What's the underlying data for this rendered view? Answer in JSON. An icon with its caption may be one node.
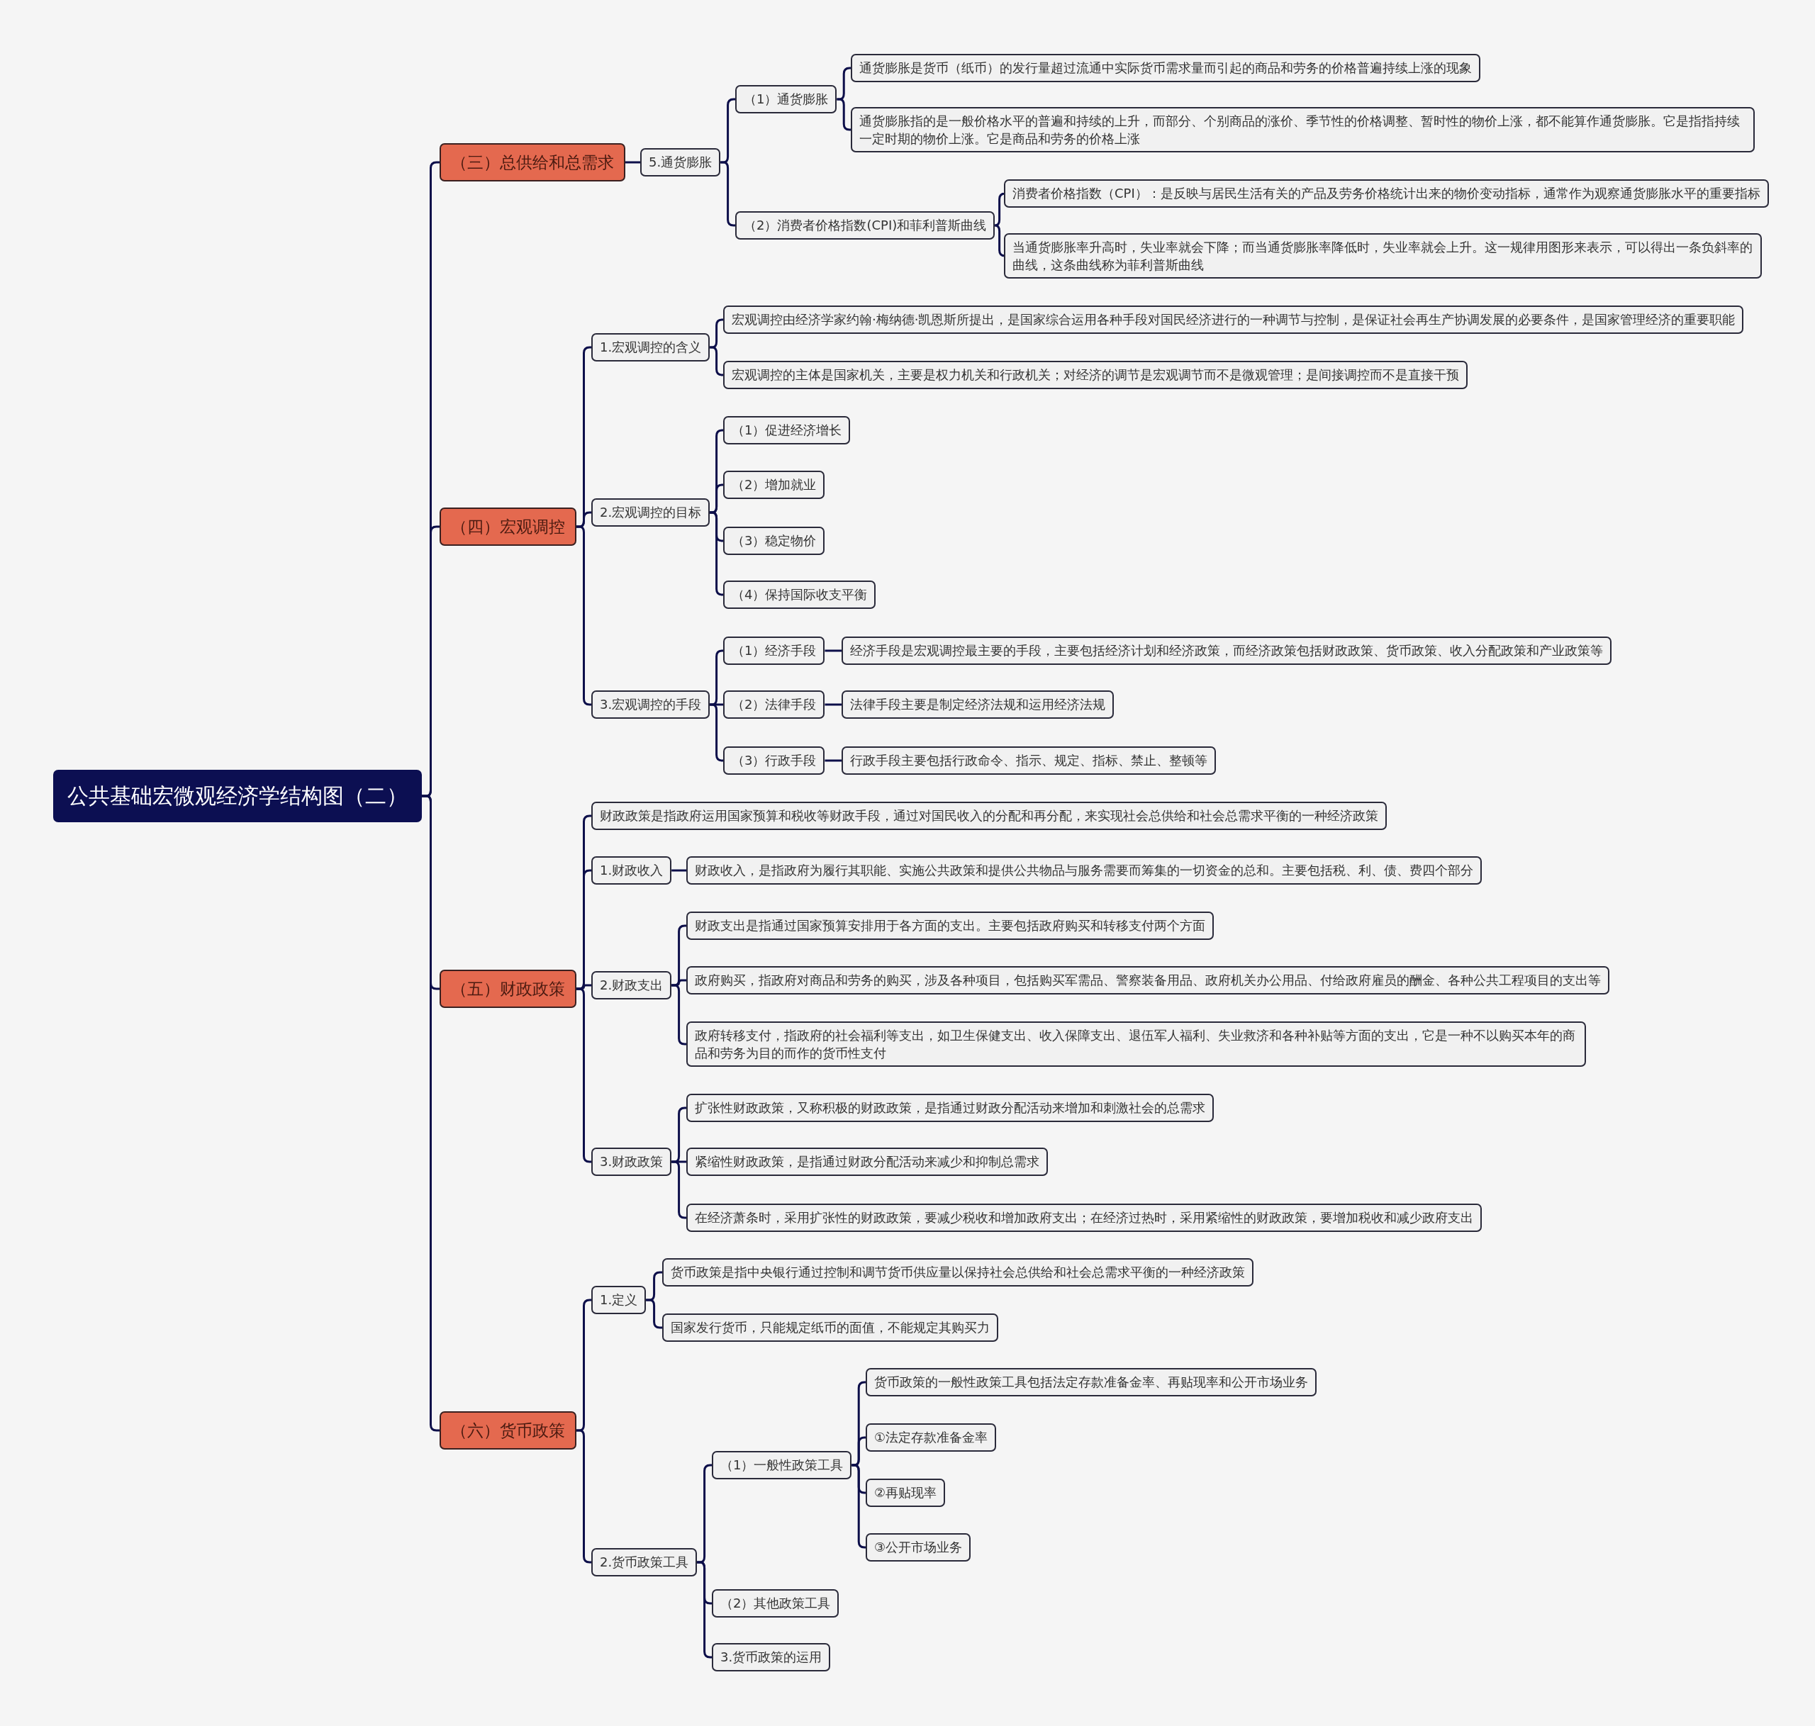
{
  "diagram": {
    "nodes": [
      {
        "text": [
          "公共基础宏微观经济学结构图（二）"
        ]
      },
      {
        "text": [
          "（三）总供给和总需求"
        ]
      },
      {
        "text": [
          "5.通货膨胀"
        ]
      },
      {
        "text": [
          "（1）通货膨胀"
        ]
      },
      {
        "text": [
          "通货膨胀是货币（纸币）的发行量超过流通中实际货币需求量而引起的商品和劳务的价格普遍持续上涨的现象"
        ]
      },
      {
        "text": [
          "通货膨胀指的是一般价格水平的普遍和持续的上升，而部分、个别商品的涨价、季节性的价格调整、暂时性的物价上涨，都不能算作通货膨胀。它是指指持续一定时期的物价上涨。它是商品和劳务的价格上涨"
        ]
      },
      {
        "text": [
          "（2）消费者价格指数(CPI)和菲利普斯曲线"
        ]
      },
      {
        "text": [
          "消费者价格指数（CPI）：是反映与居民生活有关的产品及劳务价格统计出来的物价变动指标，通常作为观察通货膨胀水平的重要指标"
        ]
      },
      {
        "text": [
          "当通货膨胀率升高时，失业率就会下降；而当通货膨胀率降低时，失业率就会上升。这一规律用图形来表示，可以得出一条负斜率的曲线，这条曲线称为菲利普斯曲线"
        ]
      },
      {
        "text": [
          "（四）宏观调控"
        ]
      },
      {
        "text": [
          "1.宏观调控的含义"
        ]
      },
      {
        "text": [
          "宏观调控由经济学家约翰·梅纳德·凯恩斯所提出，是国家综合运用各种手段对国民经济进行的一种调节与控制，是保证社会再生产协调发展的必要条件，是国家管理经济的重要职能"
        ]
      },
      {
        "text": [
          "宏观调控的主体是国家机关，主要是权力机关和行政机关；对经济的调节是宏观调节而不是微观管理；是间接调控而不是直接干预"
        ]
      },
      {
        "text": [
          "2.宏观调控的目标"
        ]
      },
      {
        "text": [
          "（1）促进经济增长"
        ]
      },
      {
        "text": [
          "（2）增加就业"
        ]
      },
      {
        "text": [
          "（3）稳定物价"
        ]
      },
      {
        "text": [
          "（4）保持国际收支平衡"
        ]
      },
      {
        "text": [
          "3.宏观调控的手段"
        ]
      },
      {
        "text": [
          "（1）经济手段"
        ]
      },
      {
        "text": [
          "经济手段是宏观调控最主要的手段，主要包括经济计划和经济政策，而经济政策包括财政政策、货币政策、收入分配政策和产业政策等"
        ]
      },
      {
        "text": [
          "（2）法律手段"
        ]
      },
      {
        "text": [
          "法律手段主要是制定经济法规和运用经济法规"
        ]
      },
      {
        "text": [
          "（3）行政手段"
        ]
      },
      {
        "text": [
          "行政手段主要包括行政命令、指示、规定、指标、禁止、整顿等"
        ]
      },
      {
        "text": [
          "（五）财政政策"
        ]
      },
      {
        "text": [
          "财政政策是指政府运用国家预算和税收等财政手段，通过对国民收入的分配和再分配，来实现社会总供给和社会总需求平衡的一种经济政策"
        ]
      },
      {
        "text": [
          "1.财政收入"
        ]
      },
      {
        "text": [
          "财政收入，是指政府为履行其职能、实施公共政策和提供公共物品与服务需要而筹集的一切资金的总和。主要包括税、利、债、费四个部分"
        ]
      },
      {
        "text": [
          "2.财政支出"
        ]
      },
      {
        "text": [
          "财政支出是指通过国家预算安排用于各方面的支出。主要包括政府购买和转移支付两个方面"
        ]
      },
      {
        "text": [
          "政府购买，指政府对商品和劳务的购买，涉及各种项目，包括购买军需品、警察装备用品、政府机关办公用品、付给政府雇员的酬金、各种公共工程项目的支出等"
        ]
      },
      {
        "text": [
          "政府转移支付，指政府的社会福利等支出，如卫生保健支出、收入保障支出、退伍军人福利、失业救济和各种补贴等方面的支出，它是一种不以购买本年的商品和劳务为目的而作的货币性支付"
        ]
      },
      {
        "text": [
          "3.财政政策"
        ]
      },
      {
        "text": [
          "扩张性财政政策，又称积极的财政政策，是指通过财政分配活动来增加和刺激社会的总需求"
        ]
      },
      {
        "text": [
          "紧缩性财政政策，是指通过财政分配活动来减少和抑制总需求"
        ]
      },
      {
        "text": [
          "在经济萧条时，采用扩张性的财政政策，要减少税收和增加政府支出；在经济过热时，采用紧缩性的财政政策，要增加税收和减少政府支出"
        ]
      },
      {
        "text": [
          "（六）货币政策"
        ]
      },
      {
        "text": [
          "1.定义"
        ]
      },
      {
        "text": [
          "货币政策是指中央银行通过控制和调节货币供应量以保持社会总供给和社会总需求平衡的一种经济政策"
        ]
      },
      {
        "text": [
          "国家发行货币，只能规定纸币的面值，不能规定其购买力"
        ]
      },
      {
        "text": [
          "2.货币政策工具"
        ]
      },
      {
        "text": [
          "（1）一般性政策工具"
        ]
      },
      {
        "text": [
          "货币政策的一般性政策工具包括法定存款准备金率、再贴现率和公开市场业务"
        ]
      },
      {
        "text": [
          "①法定存款准备金率"
        ]
      },
      {
        "text": [
          "②再贴现率"
        ]
      },
      {
        "text": [
          "③公开市场业务"
        ]
      },
      {
        "text": [
          "（2）其他政策工具"
        ]
      },
      {
        "text": [
          "3.货币政策的运用"
        ]
      }
    ],
    "edges": [
      {
        "from": 0,
        "to": 1,
        "arrow": "none"
      },
      {
        "from": 1,
        "to": 2,
        "arrow": "none"
      },
      {
        "from": 2,
        "to": 3,
        "arrow": "none"
      },
      {
        "from": 3,
        "to": 4,
        "arrow": "none"
      },
      {
        "from": 3,
        "to": 5,
        "arrow": "none"
      },
      {
        "from": 2,
        "to": 6,
        "arrow": "none"
      },
      {
        "from": 6,
        "to": 7,
        "arrow": "none"
      },
      {
        "from": 6,
        "to": 8,
        "arrow": "none"
      },
      {
        "from": 0,
        "to": 9,
        "arrow": "none"
      },
      {
        "from": 9,
        "to": 10,
        "arrow": "none"
      },
      {
        "from": 10,
        "to": 11,
        "arrow": "none"
      },
      {
        "from": 10,
        "to": 12,
        "arrow": "none"
      },
      {
        "from": 9,
        "to": 13,
        "arrow": "none"
      },
      {
        "from": 13,
        "to": 14,
        "arrow": "none"
      },
      {
        "from": 13,
        "to": 15,
        "arrow": "none"
      },
      {
        "from": 13,
        "to": 16,
        "arrow": "none"
      },
      {
        "from": 13,
        "to": 17,
        "arrow": "none"
      },
      {
        "from": 9,
        "to": 18,
        "arrow": "none"
      },
      {
        "from": 18,
        "to": 19,
        "arrow": "none"
      },
      {
        "from": 19,
        "to": 20,
        "arrow": "none"
      },
      {
        "from": 18,
        "to": 21,
        "arrow": "none"
      },
      {
        "from": 21,
        "to": 22,
        "arrow": "none"
      },
      {
        "from": 18,
        "to": 23,
        "arrow": "none"
      },
      {
        "from": 23,
        "to": 24,
        "arrow": "none"
      },
      {
        "from": 0,
        "to": 25,
        "arrow": "none"
      },
      {
        "from": 25,
        "to": 26,
        "arrow": "none"
      },
      {
        "from": 25,
        "to": 27,
        "arrow": "none"
      },
      {
        "from": 27,
        "to": 28,
        "arrow": "none"
      },
      {
        "from": 25,
        "to": 29,
        "arrow": "none"
      },
      {
        "from": 29,
        "to": 30,
        "arrow": "none"
      },
      {
        "from": 29,
        "to": 31,
        "arrow": "none"
      },
      {
        "from": 29,
        "to": 32,
        "arrow": "none"
      },
      {
        "from": 25,
        "to": 33,
        "arrow": "none"
      },
      {
        "from": 33,
        "to": 34,
        "arrow": "none"
      },
      {
        "from": 33,
        "to": 35,
        "arrow": "none"
      },
      {
        "from": 33,
        "to": 36,
        "arrow": "none"
      },
      {
        "from": 0,
        "to": 37,
        "arrow": "none"
      },
      {
        "from": 37,
        "to": 38,
        "arrow": "none"
      },
      {
        "from": 38,
        "to": 39,
        "arrow": "none"
      },
      {
        "from": 38,
        "to": 40,
        "arrow": "none"
      },
      {
        "from": 37,
        "to": 41,
        "arrow": "none"
      },
      {
        "from": 41,
        "to": 42,
        "arrow": "none"
      },
      {
        "from": 42,
        "to": 43,
        "arrow": "none"
      },
      {
        "from": 42,
        "to": 44,
        "arrow": "none"
      },
      {
        "from": 42,
        "to": 45,
        "arrow": "none"
      },
      {
        "from": 42,
        "to": 46,
        "arrow": "none"
      },
      {
        "from": 41,
        "to": 47,
        "arrow": "none"
      },
      {
        "from": 41,
        "to": 48,
        "arrow": "none"
      }
    ]
  }
}
